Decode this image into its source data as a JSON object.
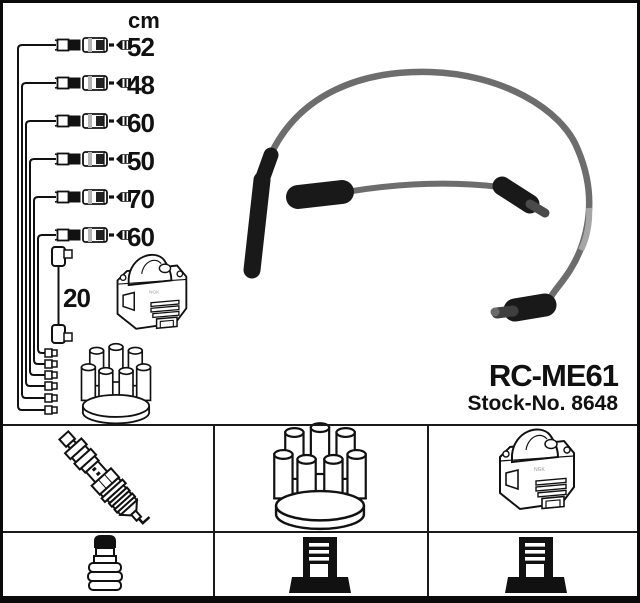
{
  "product": {
    "part_number": "RC-ME61",
    "stock_label": "Stock-No. 8648"
  },
  "schematic": {
    "unit_label": "cm",
    "cables": [
      "52",
      "48",
      "60",
      "50",
      "70",
      "60"
    ],
    "coil_wire_length_cm": "20",
    "components": [
      "ignition-coil-drawing",
      "distributor-cap-drawing"
    ]
  },
  "photo": {
    "description_icons": [
      "spark-plug-wire-long",
      "spark-plug-wire-short"
    ]
  },
  "legend": {
    "cells": [
      {
        "icon": "spark-plug-icon"
      },
      {
        "icon": "distributor-cap-icon"
      },
      {
        "icon": "ignition-coil-icon"
      },
      {
        "icon": "plug-boot-terminal-icon"
      },
      {
        "icon": "distributor-terminal-icon"
      },
      {
        "icon": "coil-terminal-icon"
      }
    ]
  },
  "colors": {
    "ink": "#111111",
    "cable_gray": "#6d6d6d",
    "boot_black": "#191919"
  }
}
